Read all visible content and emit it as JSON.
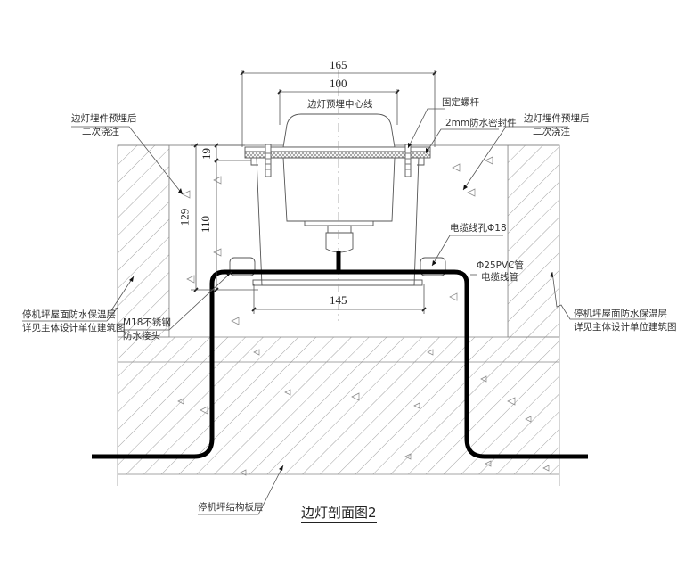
{
  "drawing": {
    "title": "边灯剖面图2",
    "dimensions": {
      "top_outer_width": "165",
      "top_inner_width": "100",
      "bottom_width": "145",
      "total_height": "129",
      "body_height": "110",
      "top_height": "19"
    },
    "labels": {
      "center_line": "边灯预埋中心线",
      "fixing_bolt": "固定螺杆",
      "seal": "2mm防水密封件",
      "left_pour_line1": "边灯埋件预埋后",
      "left_pour_line2": "二次浇注",
      "right_pour_line1": "边灯埋件预埋后",
      "right_pour_line2": "二次浇注",
      "cable_hole": "电缆线孔Φ18",
      "pvc_line1": "Φ25PVC管",
      "pvc_line2": "电缆线管",
      "left_layer_line1": "停机坪屋面防水保温层",
      "left_layer_line2": "详见主体设计单位建筑图",
      "right_layer_line1": "停机坪屋面防水保温层",
      "right_layer_line2": "详见主体设计单位建筑图",
      "joint_line1": "M18不锈钢",
      "joint_line2": "防水接头",
      "slab": "停机坪结构板层"
    },
    "colors": {
      "line": "#555555",
      "hatch": "#8a8a8a",
      "conduit": "#000000",
      "text": "#333333"
    }
  }
}
